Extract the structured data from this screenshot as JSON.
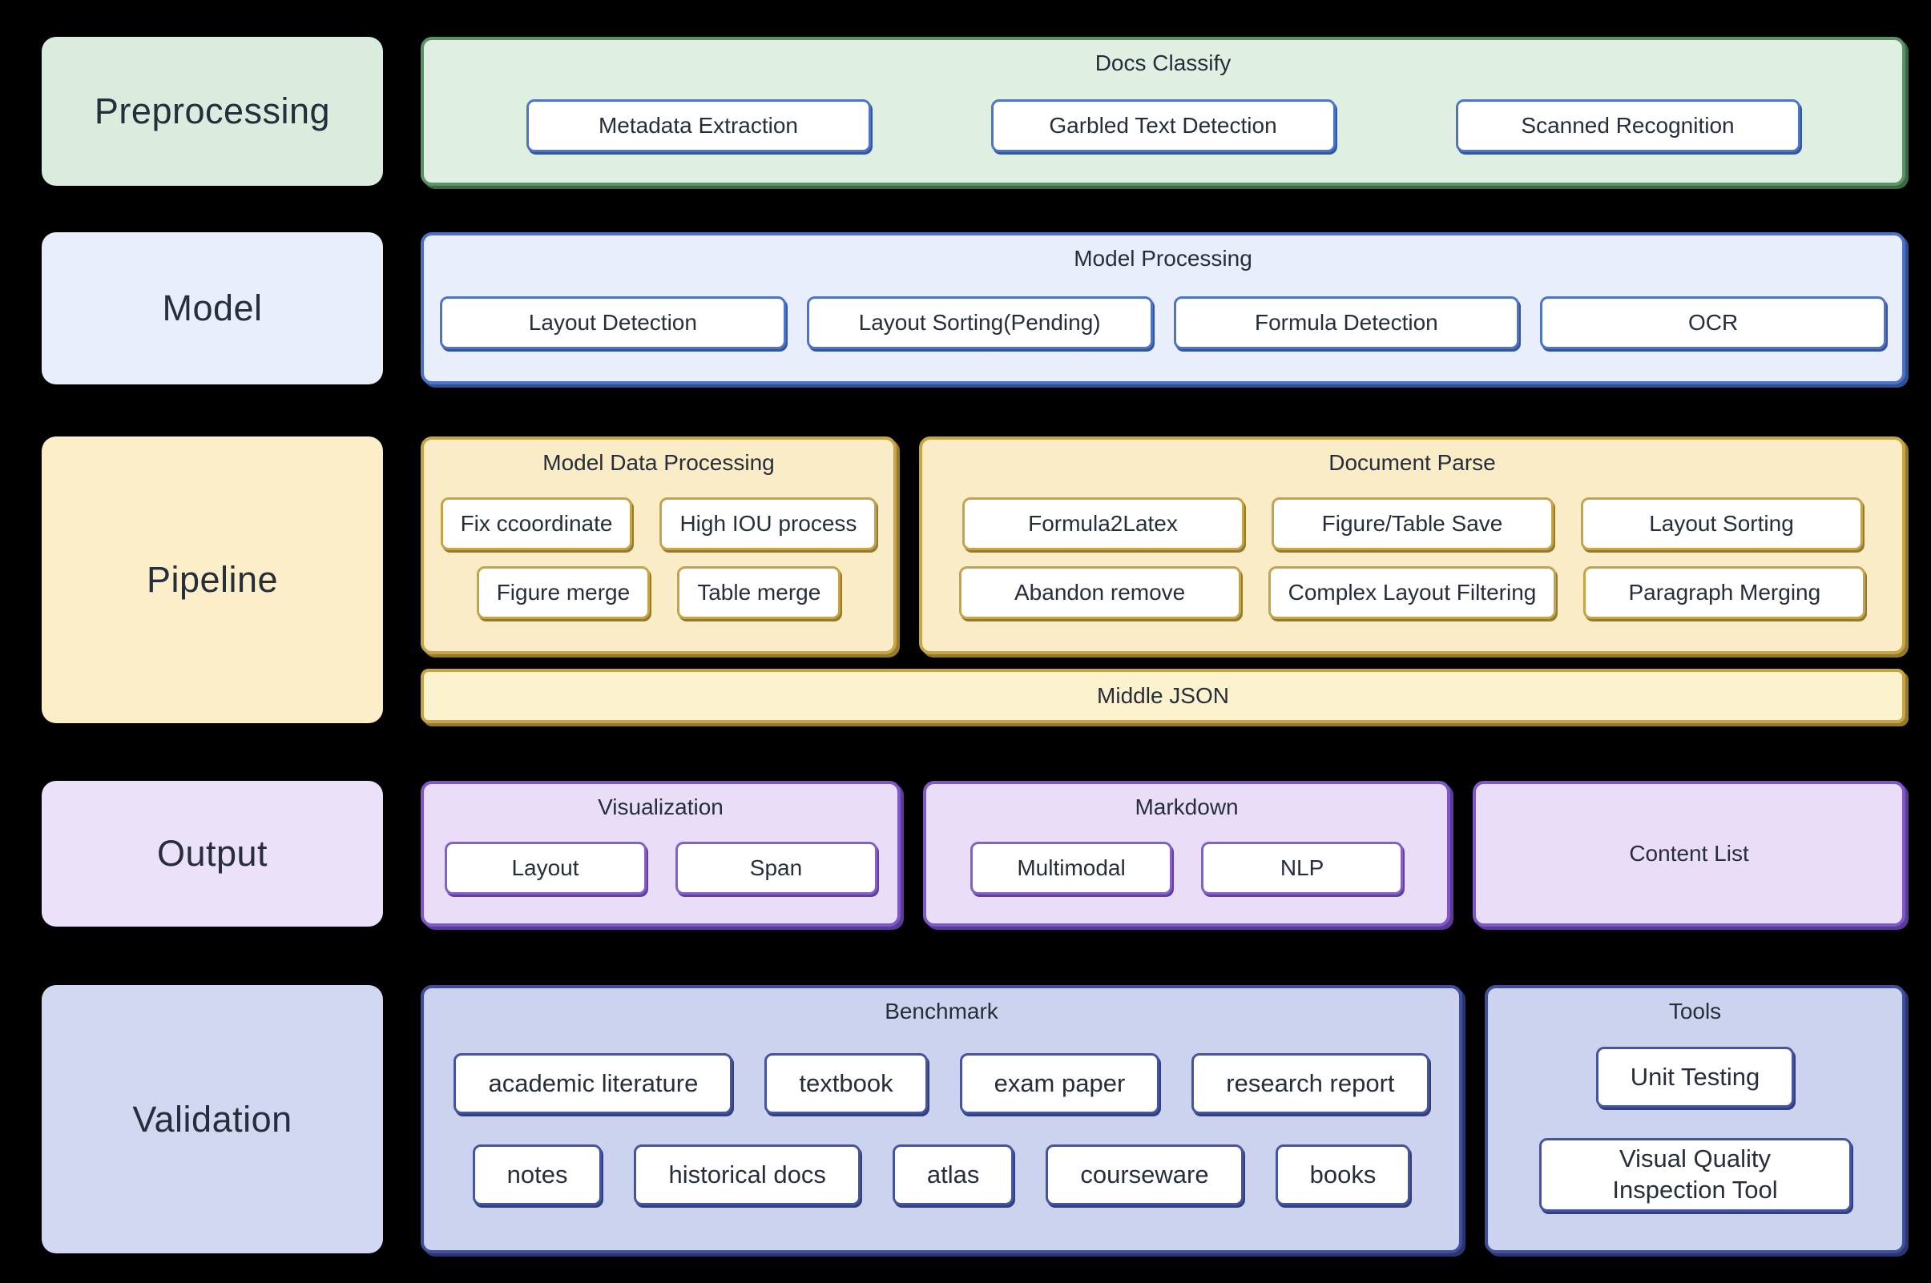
{
  "diagram": {
    "background": "#000000",
    "text_color": "#262e3c",
    "chip_fill": "#ffffff"
  },
  "rows": [
    {
      "label": "Preprocessing",
      "theme": "green",
      "blocks": [
        {
          "title": "Docs Classify",
          "chip_rows": [
            [
              "Metadata Extraction",
              "Garbled Text Detection",
              "Scanned Recognition"
            ]
          ]
        }
      ]
    },
    {
      "label": "Model",
      "theme": "blue",
      "blocks": [
        {
          "title": "Model Processing",
          "chip_rows": [
            [
              "Layout Detection",
              "Layout Sorting(Pending)",
              "Formula Detection",
              "OCR"
            ]
          ]
        }
      ]
    },
    {
      "label": "Pipeline",
      "theme": "yellow",
      "blocks": [
        {
          "title": "Model Data Processing",
          "chip_rows": [
            [
              "Fix ccoordinate",
              "High IOU process"
            ],
            [
              "Figure merge",
              "Table merge"
            ]
          ]
        },
        {
          "title": "Document Parse",
          "chip_rows": [
            [
              "Formula2Latex",
              "Figure/Table Save",
              "Layout Sorting"
            ],
            [
              "Abandon remove",
              "Complex Layout Filtering",
              "Paragraph Merging"
            ]
          ]
        }
      ],
      "banner": "Middle JSON"
    },
    {
      "label": "Output",
      "theme": "purple",
      "blocks": [
        {
          "title": "Visualization",
          "chip_rows": [
            [
              "Layout",
              "Span"
            ]
          ]
        },
        {
          "title": "Markdown",
          "chip_rows": [
            [
              "Multimodal",
              "NLP"
            ]
          ]
        },
        {
          "title": "Content List",
          "chip_rows": []
        }
      ]
    },
    {
      "label": "Validation",
      "theme": "indigo",
      "blocks": [
        {
          "title": "Benchmark",
          "chip_rows": [
            [
              "academic literature",
              "textbook",
              "exam paper",
              "research report"
            ],
            [
              "notes",
              "historical docs",
              "atlas",
              "courseware",
              "books"
            ]
          ]
        },
        {
          "title": "Tools",
          "chip_rows": [
            [
              "Unit Testing"
            ],
            [
              "Visual Quality Inspection Tool"
            ]
          ]
        }
      ]
    }
  ],
  "themes": {
    "green": {
      "left_fill": "#d9ecdd",
      "container_fill": "#dff0e3",
      "container_border": "#5b9464",
      "chip_border": "#4d74c7",
      "shadow": "#3c6847",
      "chip_shadow": "#35569b"
    },
    "blue": {
      "left_fill": "#e9eefb",
      "container_fill": "#e9eefb",
      "container_border": "#4b72c5",
      "chip_border": "#4d74c7",
      "shadow": "#2f4f96",
      "chip_shadow": "#35569b"
    },
    "yellow": {
      "left_fill": "#fbeec8",
      "container_fill": "#f9ecc6",
      "container_border": "#c7a544",
      "chip_border": "#c4a349",
      "banner_fill": "#fcf2cd",
      "shadow": "#937b2d",
      "chip_shadow": "#937b2d"
    },
    "purple": {
      "left_fill": "#ebe2f9",
      "container_fill": "#e9ddf8",
      "container_border": "#7e57c8",
      "chip_border": "#8560c8",
      "shadow": "#5a3a96",
      "chip_shadow": "#5f41a0"
    },
    "indigo": {
      "left_fill": "#d2d8f1",
      "container_fill": "#ccd3ee",
      "container_border": "#3f4e9d",
      "chip_border": "#46549f",
      "shadow": "#2b366f",
      "chip_shadow": "#32407e"
    }
  }
}
